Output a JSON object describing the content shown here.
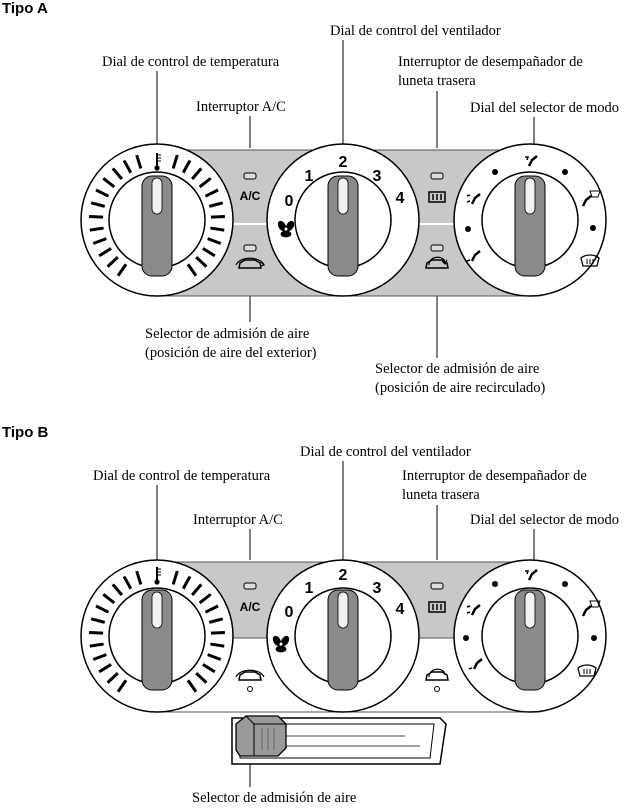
{
  "type_a": {
    "heading": "Tipo A",
    "labels": {
      "fan_dial": "Dial de control del ventilador",
      "temp_dial": "Dial de control de temperatura",
      "rear_defrost_line1": "Interruptor de desempañador de",
      "rear_defrost_line2": "luneta trasera",
      "ac_switch": "Interruptor A/C",
      "mode_dial": "Dial del selector de modo",
      "intake_outside_line1": "Selector de admisión de aire",
      "intake_outside_line2": "(posición de aire del exterior)",
      "intake_recirc_line1": "Selector de admisión de aire",
      "intake_recirc_line2": "(posición de aire recirculado)"
    }
  },
  "type_b": {
    "heading": "Tipo B",
    "labels": {
      "fan_dial": "Dial de control del ventilador",
      "temp_dial": "Dial de control de temperatura",
      "rear_defrost_line1": "Interruptor de desempañador de",
      "rear_defrost_line2": "luneta trasera",
      "ac_switch": "Interruptor A/C",
      "mode_dial": "Dial del selector de modo",
      "intake_lever": "Selector de admisión de aire"
    }
  },
  "panel": {
    "ac_text": "A/C",
    "fan_speeds": [
      "0",
      "1",
      "2",
      "3",
      "4"
    ]
  },
  "icons": {
    "thermometer": "thermometer-icon",
    "fan": "fan-icon",
    "rear_defrost": "rear-defrost-icon",
    "intake_outside": "car-outside-air-icon",
    "intake_recirc": "car-recirculation-icon",
    "mode_face": "face-vent-icon",
    "mode_bilevel": "bilevel-icon",
    "mode_feet": "feet-icon",
    "mode_feet_defrost": "feet-defrost-icon",
    "mode_defrost": "windshield-defrost-icon"
  },
  "colors": {
    "panel_gray": "#c8c8c8",
    "knob_gray": "#8a8a8a",
    "line": "#000000"
  }
}
